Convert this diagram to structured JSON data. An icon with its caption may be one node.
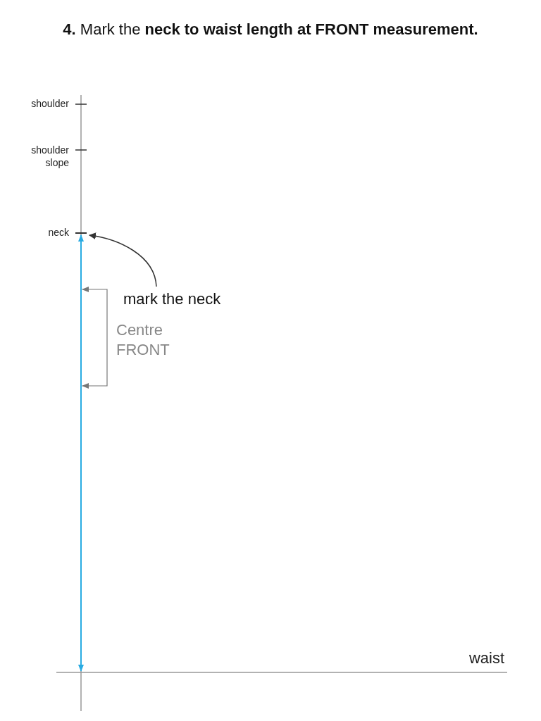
{
  "diagram": {
    "title": "**4.** Mark the **neck to waist length at FRONT measurement.**",
    "nodes": [
      {
        "text": [
          "mark the neck"
        ]
      },
      {
        "text": [],
        "shape": "tick"
      }
    ],
    "edges": [
      {
        "from": 0,
        "to": 1,
        "arrow": "to"
      }
    ],
    "labels": [
      "shoulder",
      "shoulder slope",
      "neck",
      "Centre FRONT",
      "waist"
    ]
  }
}
